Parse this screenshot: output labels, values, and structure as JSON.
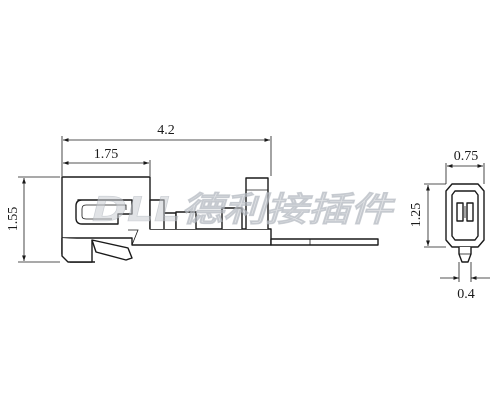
{
  "side_view": {
    "length_label": "4.2",
    "body_length_label": "1.75",
    "height_label": "1.55"
  },
  "end_view": {
    "width_label": "0.75",
    "height_label": "1.25",
    "tab_label": "0.4"
  },
  "watermark": "DLL德利接插件",
  "colors": {
    "line": "#1a1a1a",
    "watermark": "#c8ccd2",
    "background": "#ffffff"
  }
}
